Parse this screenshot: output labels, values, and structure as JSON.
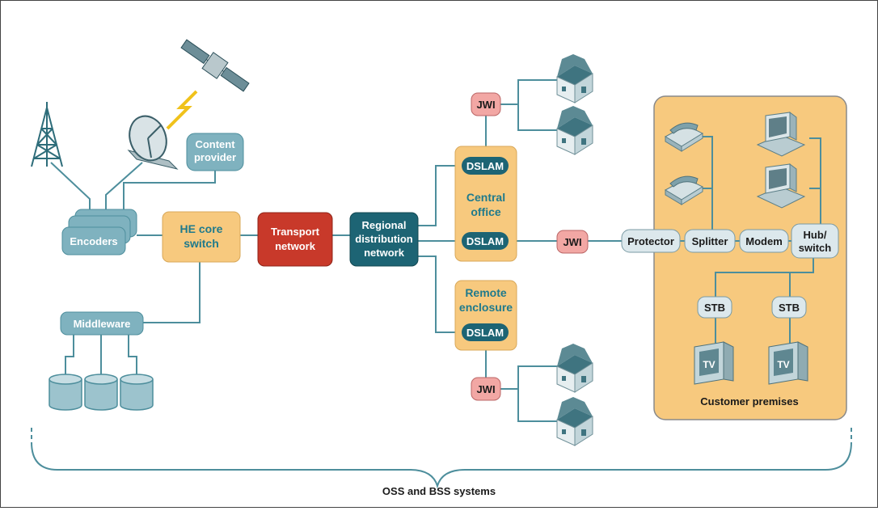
{
  "nodes": {
    "content_provider": [
      "Content",
      "provider"
    ],
    "encoders": "Encoders",
    "middleware": "Middleware",
    "he_core_switch": [
      "HE core",
      "switch"
    ],
    "transport_network": [
      "Transport",
      "network"
    ],
    "regional_distribution_network": [
      "Regional",
      "distribution",
      "network"
    ],
    "central_office": [
      "Central",
      "office"
    ],
    "remote_enclosure": [
      "Remote",
      "enclosure"
    ],
    "dslam": "DSLAM",
    "jwi": "JWI",
    "protector": "Protector",
    "splitter": "Splitter",
    "modem": "Modem",
    "hub_switch": [
      "Hub/",
      "switch"
    ],
    "stb": "STB",
    "tv": "TV",
    "customer_premises": "Customer premises",
    "oss_bss": "OSS and BSS systems"
  },
  "colors": {
    "teal_dark": "#1d6474",
    "teal_light": "#7fb2bf",
    "tan": "#f7c97e",
    "red": "#c8392a",
    "pink": "#f2a7a4",
    "light_box": "#dce8ec",
    "line": "#4d8e9c"
  }
}
